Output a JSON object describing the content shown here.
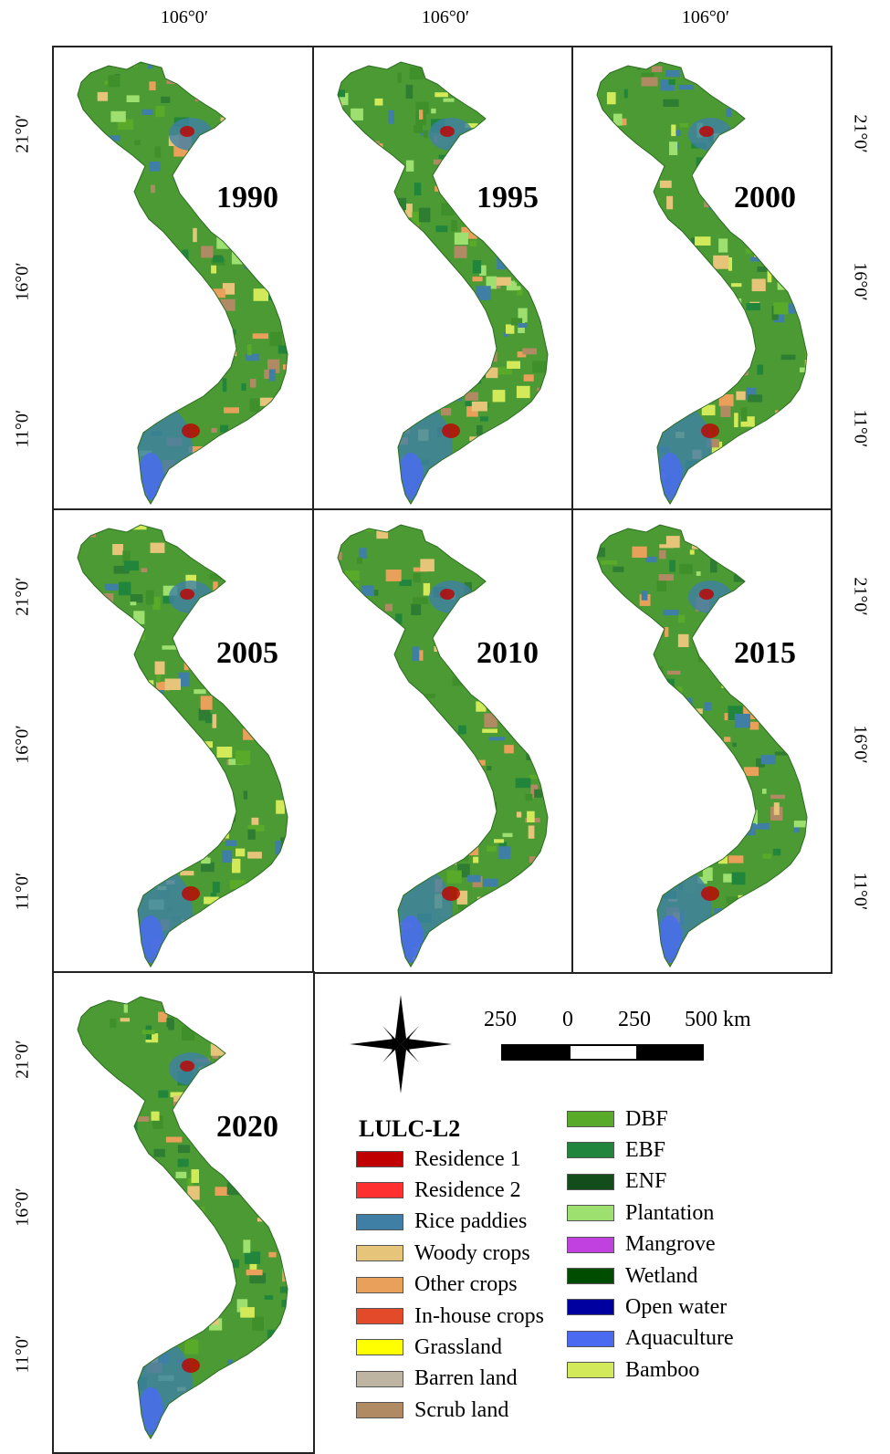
{
  "axes": {
    "longitude_label": "106°0′",
    "latitude_labels": [
      "21°0′",
      "16°0′",
      "11°0′"
    ]
  },
  "panels": [
    {
      "year": "1990"
    },
    {
      "year": "1995"
    },
    {
      "year": "2000"
    },
    {
      "year": "2005"
    },
    {
      "year": "2010"
    },
    {
      "year": "2015"
    },
    {
      "year": "2020"
    }
  ],
  "north_arrow": {
    "icon": "compass-star-icon"
  },
  "scale_bar": {
    "labels": [
      "250",
      "0",
      "250",
      "500 km"
    ]
  },
  "legend": {
    "title": "LULC-L2",
    "left_items": [
      {
        "label": "Residence 1",
        "color": "#c00000"
      },
      {
        "label": "Residence 2",
        "color": "#ff3030"
      },
      {
        "label": "Rice paddies",
        "color": "#3f7fa6"
      },
      {
        "label": "Woody crops",
        "color": "#e6c57a"
      },
      {
        "label": "Other crops",
        "color": "#e8a05a"
      },
      {
        "label": "In-house crops",
        "color": "#e24a2a"
      },
      {
        "label": "Grassland",
        "color": "#ffff00"
      },
      {
        "label": "Barren land",
        "color": "#bdb5a2"
      },
      {
        "label": "Scrub land",
        "color": "#b08a63"
      }
    ],
    "right_items": [
      {
        "label": "DBF",
        "color": "#5aaa2a"
      },
      {
        "label": "EBF",
        "color": "#21863c"
      },
      {
        "label": "ENF",
        "color": "#144d1c"
      },
      {
        "label": "Plantation",
        "color": "#9de070"
      },
      {
        "label": "Mangrove",
        "color": "#c040e0"
      },
      {
        "label": "Wetland",
        "color": "#004d00"
      },
      {
        "label": "Open water",
        "color": "#0000a0"
      },
      {
        "label": "Aquaculture",
        "color": "#4a6af2"
      },
      {
        "label": "Bamboo",
        "color": "#d2ea5a"
      }
    ]
  }
}
